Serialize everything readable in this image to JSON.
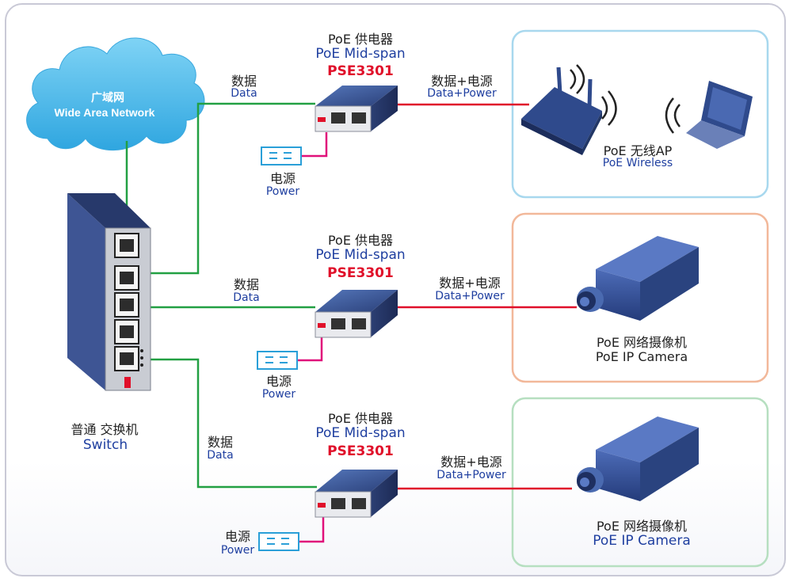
{
  "cloud": {
    "title_zh": "广域网",
    "title_en": "Wide Area Network"
  },
  "switch": {
    "label_zh": "普通 交换机",
    "label_en": "Switch"
  },
  "injectors": [
    {
      "title_zh": "PoE 供电器",
      "title_en": "PoE Mid-span",
      "model": "PSE3301"
    },
    {
      "title_zh": "PoE 供电器",
      "title_en": "PoE Mid-span",
      "model": "PSE3301"
    },
    {
      "title_zh": "PoE 供电器",
      "title_en": "PoE Mid-span",
      "model": "PSE3301"
    }
  ],
  "data_labels": [
    {
      "zh": "数据",
      "en": "Data"
    },
    {
      "zh": "数据",
      "en": "Data"
    },
    {
      "zh": "数据",
      "en": "Data"
    }
  ],
  "power_labels": [
    {
      "zh": "电源",
      "en": "Power"
    },
    {
      "zh": "电源",
      "en": "Power"
    },
    {
      "zh": "电源",
      "en": "Power"
    }
  ],
  "data_power_labels": [
    {
      "zh": "数据+电源",
      "en": "Data+Power"
    },
    {
      "zh": "数据+电源",
      "en": "Data+Power"
    },
    {
      "zh": "数据+电源",
      "en": "Data+Power"
    }
  ],
  "devices": [
    {
      "label_zh": "PoE 无线AP",
      "label_en": "PoE Wireless",
      "border_color": "#a8d8ee"
    },
    {
      "label_zh": "PoE 网络摄像机",
      "label_en": "PoE IP Camera",
      "border_color": "#f2b89a"
    },
    {
      "label_zh": "PoE 网络摄像机",
      "label_en": "PoE IP Camera",
      "border_color": "#b6dfc0"
    }
  ],
  "colors": {
    "data_line": "#22a043",
    "power_line": "#e0107a",
    "data_power_line": "#e0102a",
    "device_blue": "#2f4a8c"
  }
}
